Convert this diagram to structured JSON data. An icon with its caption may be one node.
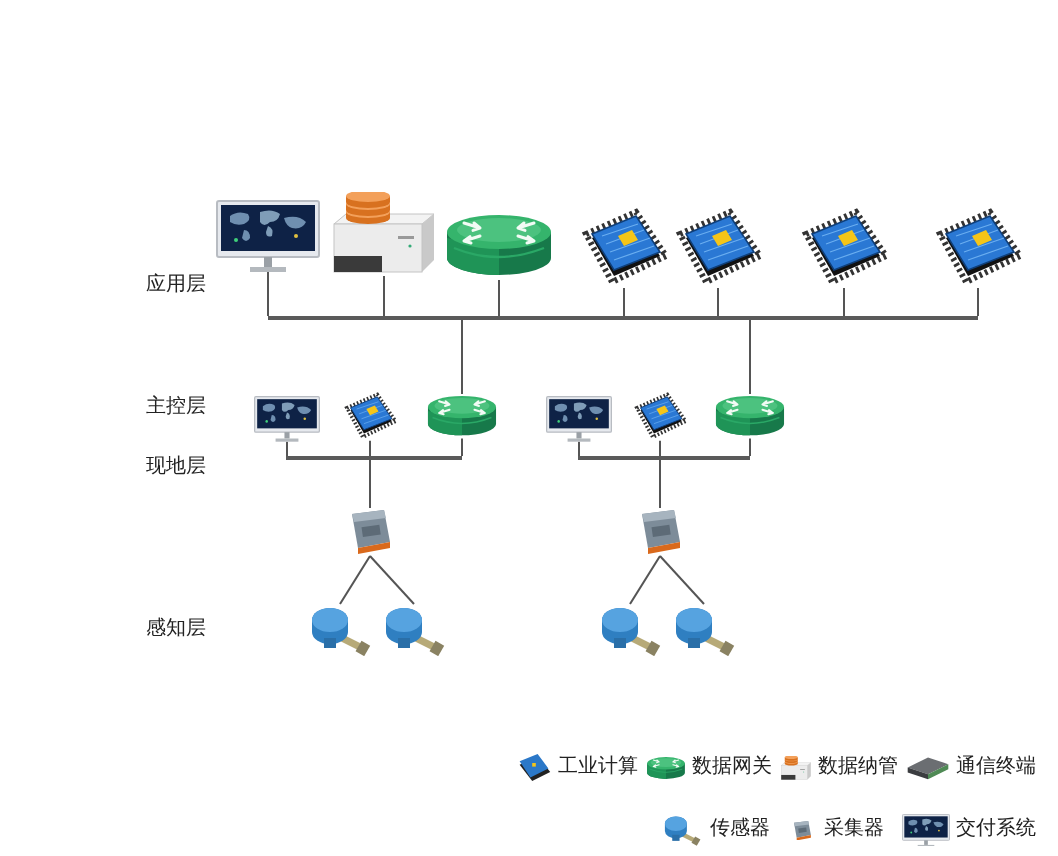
{
  "diagram": {
    "nodes": [
      {
        "text": [],
        "shape": "picture"
      },
      {
        "text": [],
        "shape": "picture"
      },
      {
        "text": [],
        "shape": "picture"
      },
      {
        "text": [],
        "shape": "picture"
      },
      {
        "text": [],
        "shape": "picture"
      },
      {
        "text": [],
        "shape": "picture"
      },
      {
        "text": [],
        "shape": "picture"
      },
      {
        "text": [],
        "shape": "bar"
      },
      {
        "text": [],
        "shape": "picture"
      },
      {
        "text": [],
        "shape": "picture"
      },
      {
        "text": [],
        "shape": "picture"
      },
      {
        "text": [],
        "shape": "picture"
      },
      {
        "text": [],
        "shape": "picture"
      },
      {
        "text": [],
        "shape": "picture"
      },
      {
        "text": [],
        "shape": "bar"
      },
      {
        "text": [],
        "shape": "bar"
      },
      {
        "text": [],
        "shape": "picture"
      },
      {
        "text": [],
        "shape": "picture"
      },
      {
        "text": [],
        "shape": "picture"
      },
      {
        "text": [],
        "shape": "picture"
      },
      {
        "text": [],
        "shape": "picture"
      },
      {
        "text": [],
        "shape": "picture"
      }
    ],
    "edges": [
      {
        "from": 0,
        "to": 7,
        "arrow": "none"
      },
      {
        "from": 1,
        "to": 7,
        "arrow": "none"
      },
      {
        "from": 2,
        "to": 7,
        "arrow": "none"
      },
      {
        "from": 3,
        "to": 7,
        "arrow": "none"
      },
      {
        "from": 4,
        "to": 7,
        "arrow": "none"
      },
      {
        "from": 5,
        "to": 7,
        "arrow": "none"
      },
      {
        "from": 6,
        "to": 7,
        "arrow": "none"
      },
      {
        "from": 7,
        "to": 10,
        "arrow": "none"
      },
      {
        "from": 7,
        "to": 13,
        "arrow": "none"
      },
      {
        "from": 8,
        "to": 14,
        "arrow": "none"
      },
      {
        "from": 9,
        "to": 14,
        "arrow": "none"
      },
      {
        "from": 10,
        "to": 14,
        "arrow": "none"
      },
      {
        "from": 11,
        "to": 15,
        "arrow": "none"
      },
      {
        "from": 12,
        "to": 15,
        "arrow": "none"
      },
      {
        "from": 13,
        "to": 15,
        "arrow": "none"
      },
      {
        "from": 14,
        "to": 16,
        "arrow": "none"
      },
      {
        "from": 15,
        "to": 17,
        "arrow": "none"
      },
      {
        "from": 16,
        "to": 18,
        "arrow": "none"
      },
      {
        "from": 16,
        "to": 19,
        "arrow": "none"
      },
      {
        "from": 17,
        "to": 20,
        "arrow": "none"
      },
      {
        "from": 17,
        "to": 21,
        "arrow": "none"
      }
    ],
    "labels": [
      "应用层",
      "主控层",
      "现地层",
      "感知层"
    ],
    "legend": [
      {
        "text": "工业计算"
      },
      {
        "text": "数据网关"
      },
      {
        "text": "数据纳管"
      },
      {
        "text": "通信终端"
      },
      {
        "text": "传感器"
      },
      {
        "text": "采集器"
      },
      {
        "text": "交付系统"
      }
    ]
  }
}
